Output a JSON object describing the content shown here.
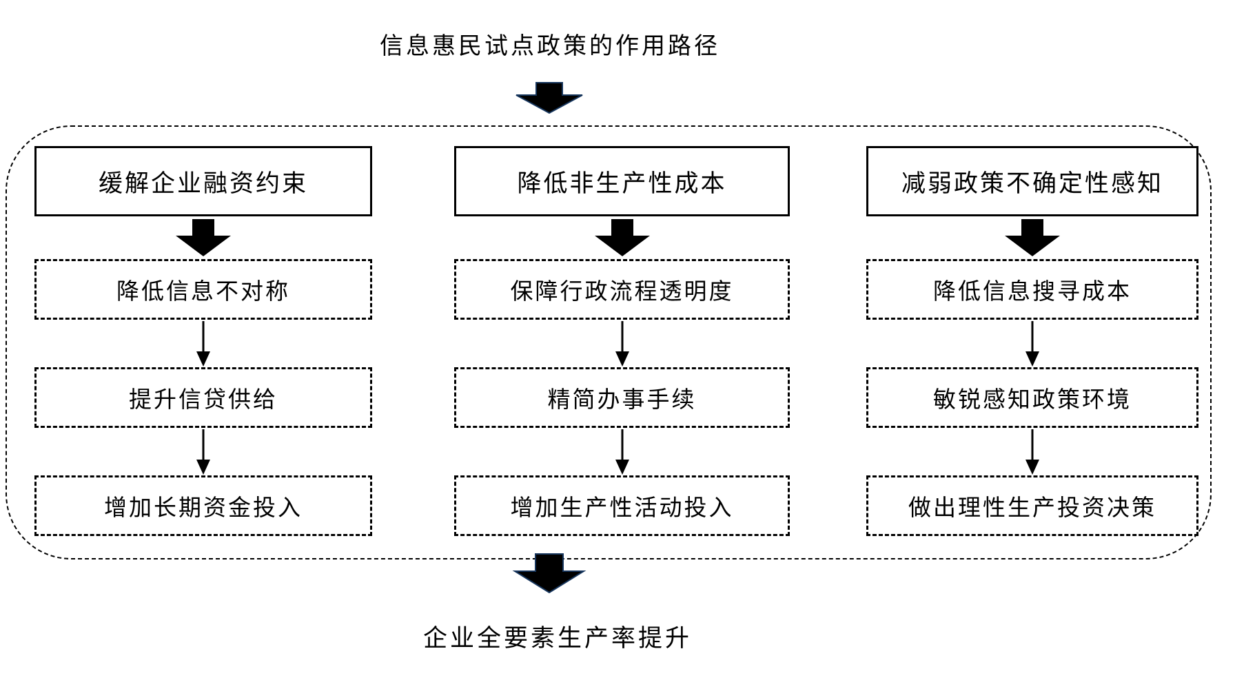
{
  "diagram": {
    "title": "信息惠民试点政策的作用路径",
    "columns": [
      {
        "header": "缓解企业融资约束",
        "steps": [
          "降低信息不对称",
          "提升信贷供给",
          "增加长期资金投入"
        ]
      },
      {
        "header": "降低非生产性成本",
        "steps": [
          "保障行政流程透明度",
          "精简办事手续",
          "增加生产性活动投入"
        ]
      },
      {
        "header": "减弱政策不确定性感知",
        "steps": [
          "降低信息搜寻成本",
          "敏锐感知政策环境",
          "做出理性生产投资决策"
        ]
      }
    ],
    "outcome": "企业全要素生产率提升",
    "colors": {
      "line": "#000000",
      "arrow_fill": "#000000",
      "big_arrow_outline": "#17365d",
      "background": "#ffffff"
    }
  }
}
